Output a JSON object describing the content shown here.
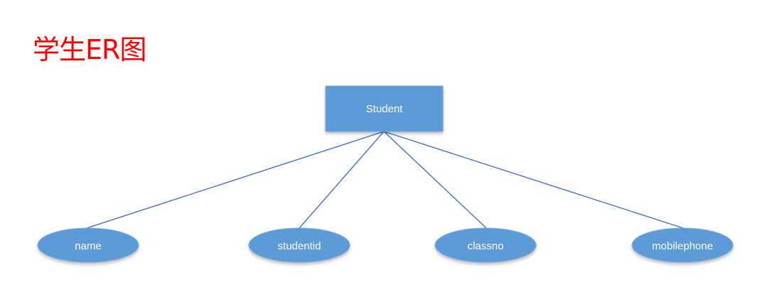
{
  "title": "学生ER图",
  "colors": {
    "title": "#ff0000",
    "node_fill": "#5b9bd5",
    "node_border": "#7aaad8",
    "edge": "#4472c4",
    "text": "#ffffff"
  },
  "entity": {
    "id": "student",
    "label": "Student"
  },
  "attributes": [
    {
      "id": "name",
      "label": "name"
    },
    {
      "id": "studentid",
      "label": "studentid"
    },
    {
      "id": "classno",
      "label": "classno"
    },
    {
      "id": "mobilephone",
      "label": "mobilephone"
    }
  ],
  "edges": [
    {
      "from": "student",
      "to": "name"
    },
    {
      "from": "student",
      "to": "studentid"
    },
    {
      "from": "student",
      "to": "classno"
    },
    {
      "from": "student",
      "to": "mobilephone"
    }
  ]
}
